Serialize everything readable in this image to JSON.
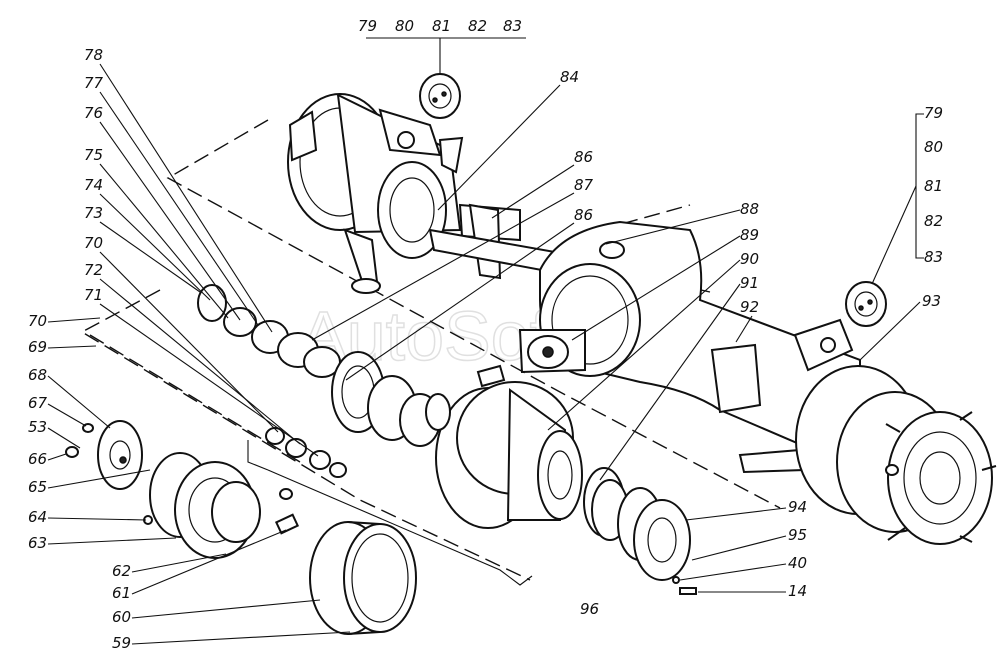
{
  "watermark": "AutoSoft",
  "labels": {
    "l79a": "79",
    "l80a": "80",
    "l81a": "81",
    "l82a": "82",
    "l83a": "83",
    "l84": "84",
    "l86a": "86",
    "l87": "87",
    "l86b": "86",
    "l78": "78",
    "l77": "77",
    "l76": "76",
    "l75": "75",
    "l74": "74",
    "l73": "73",
    "l70a": "70",
    "l72": "72",
    "l71": "71",
    "l70b": "70",
    "l69": "69",
    "l68": "68",
    "l67": "67",
    "l53": "53",
    "l66": "66",
    "l65": "65",
    "l64": "64",
    "l63": "63",
    "l62": "62",
    "l61": "61",
    "l60": "60",
    "l59": "59",
    "l96": "96",
    "l88": "88",
    "l89": "89",
    "l90": "90",
    "l91": "91",
    "l92": "92",
    "l93": "93",
    "l79b": "79",
    "l80b": "80",
    "l81b": "81",
    "l82b": "82",
    "l83b": "83",
    "l94": "94",
    "l95": "95",
    "l40": "40",
    "l14": "14"
  }
}
